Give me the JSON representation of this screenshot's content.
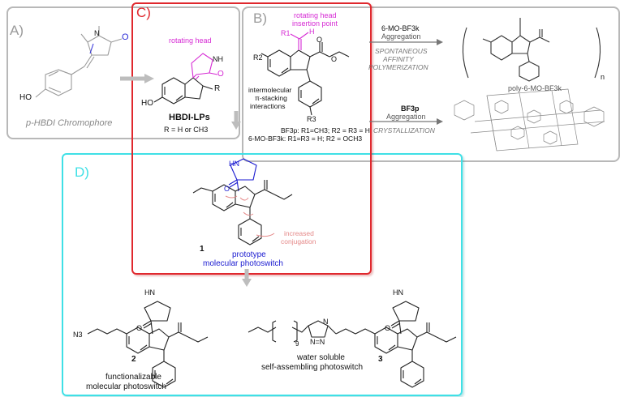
{
  "panels": {
    "a_label": "A)",
    "b_label": "B)",
    "c_label": "C)",
    "d_label": "D)"
  },
  "panel_a": {
    "chromophore_name": "p-HBDI Chromophore",
    "ho": "HO",
    "atom_n": "N",
    "atom_o": "O"
  },
  "panel_c_top": {
    "rotating_head": "rotating head",
    "nh": "NH",
    "atom_o": "O",
    "atom_r": "R",
    "ho": "HO",
    "name": "HBDI-LPs",
    "r_def": "R = H or CH3"
  },
  "panel_b": {
    "rotating_head_insertion_1": "rotating head",
    "rotating_head_insertion_2": "insertion point",
    "r1": "R1",
    "h": "H",
    "r2": "R2",
    "r3": "R3",
    "atom_o1": "O",
    "atom_o2": "O",
    "stacking_1": "intermolecular",
    "stacking_2": "π-stacking",
    "stacking_3": "interactions",
    "def_bf3p": "BF3p: R1=CH3; R2 = R3 = H",
    "def_bf3k": "6-MO-BF3k: R1=R3 = H; R2 = OCH3",
    "arrow1_top": "6-MO-BF3k",
    "arrow1_mid": "Aggregation",
    "arrow1_bot1": "SPONTANEOUS",
    "arrow1_bot2": "AFFINITY",
    "arrow1_bot3": "POLYMERIZATION",
    "polymer_name": "poly-6-MO-BF3k",
    "polymer_n": "n",
    "arrow2_top": "BF3p",
    "arrow2_mid": "Aggregation",
    "arrow2_bot": "CRYSTALLIZATION"
  },
  "compound1": {
    "hn": "HN",
    "atom_o": "O",
    "number": "1",
    "conj_1": "increased",
    "conj_2": "conjugation",
    "desc_1": "prototype",
    "desc_2": "molecular photoswitch"
  },
  "compound2": {
    "hn": "HN",
    "atom_o": "O",
    "n3": "N3",
    "number": "2",
    "desc_1": "functionalizable",
    "desc_2": "molecular photoswitch"
  },
  "compound3": {
    "hn": "HN",
    "atom_o": "O",
    "sub9": "9",
    "triazole_n": "N",
    "triazole_nn": "N=N",
    "number": "3",
    "desc_1": "water soluble",
    "desc_2": "self-assembling photoswitch"
  },
  "colors": {
    "panel_c_border": "#e0282e",
    "panel_d_border": "#3fe0e6",
    "gray_panel": "#b8b8b8",
    "magenta": "#d62ad4",
    "blue": "#1a1ad0",
    "salmon": "#e58a8a"
  }
}
